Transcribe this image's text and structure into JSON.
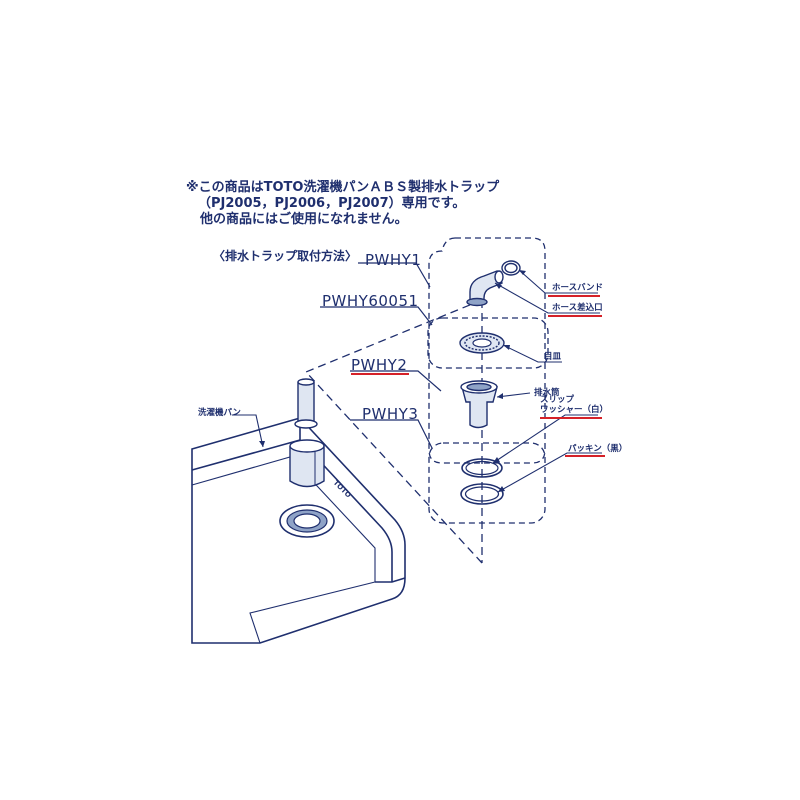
{
  "notice": {
    "line1": "※この商品はTOTO洗濯機パンＡＢＳ製排水トラップ",
    "line2": "（PJ2005，PJ2006，PJ2007）専用です。",
    "line3": "他の商品にはご使用になれません。"
  },
  "section_title": "〈排水トラップ取付方法〉",
  "codes": {
    "pwhy1": "PWHY1",
    "pwhy60051": "PWHY60051",
    "pwhy2": "PWHY2",
    "pwhy3": "PWHY3"
  },
  "labels": {
    "hose_band": "ホースバンド",
    "hose_inlet": "ホース差込口",
    "strainer": "目皿",
    "drain_tube": "排水筒",
    "slip_washer_1": "スリップ",
    "slip_washer_2": "ワッシャー（白）",
    "packing": "パッキン（黒）",
    "washer_pan": "洗濯機パン",
    "brand": "TOTO"
  },
  "colors": {
    "line": "#1f2f6e",
    "fill": "#dfe6f2",
    "accent": "#d52128",
    "metal": "#8fa3c7"
  }
}
